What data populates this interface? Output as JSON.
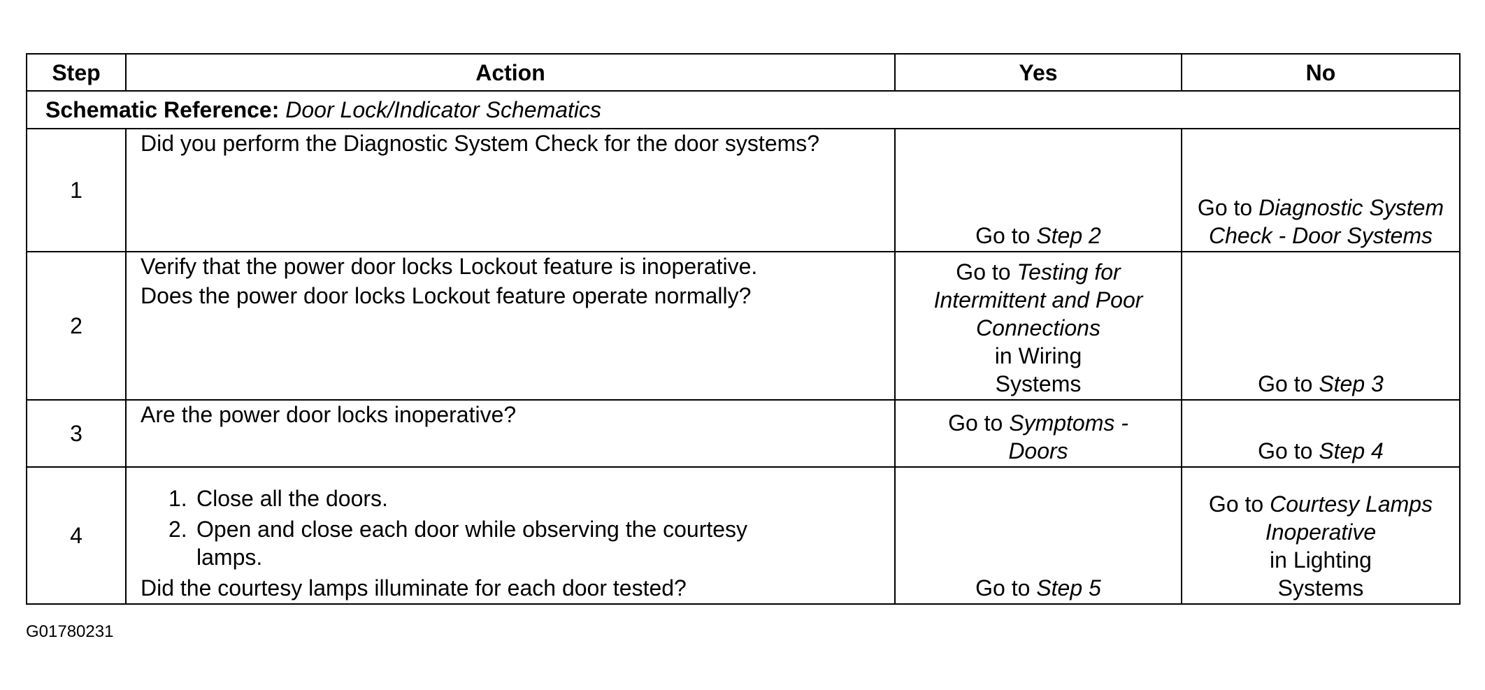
{
  "table": {
    "headers": {
      "step": "Step",
      "action": "Action",
      "yes": "Yes",
      "no": "No"
    },
    "schematic_ref": {
      "label": "Schematic Reference:",
      "value": "Door Lock/Indicator Schematics"
    },
    "rows": [
      {
        "step": "1",
        "action_lines": [
          "Did you perform the Diagnostic System Check for the door systems?"
        ],
        "yes_prefix": "Go to ",
        "yes_link": "Step 2",
        "yes_suffix": "",
        "no_prefix": "Go to ",
        "no_link": "Diagnostic System Check - Door Systems",
        "no_suffix": ""
      },
      {
        "step": "2",
        "action_lines": [
          "Verify that the power door locks Lockout feature is inoperative.",
          "Does the power door locks Lockout feature operate normally?"
        ],
        "yes_prefix": "Go to ",
        "yes_link": "Testing for Intermittent and Poor Connections",
        "yes_suffix": "in Wiring Systems",
        "no_prefix": "Go to ",
        "no_link": "Step 3",
        "no_suffix": ""
      },
      {
        "step": "3",
        "action_lines": [
          "Are the power door locks inoperative?"
        ],
        "yes_prefix": "Go to ",
        "yes_link": "Symptoms - Doors",
        "yes_suffix": "",
        "no_prefix": "Go to ",
        "no_link": "Step 4",
        "no_suffix": ""
      },
      {
        "step": "4",
        "sub_steps": [
          {
            "num": "1.",
            "text": "Close all the doors."
          },
          {
            "num": "2.",
            "text": "Open and close each door while observing the courtesy lamps."
          }
        ],
        "action_lines": [
          "Did the courtesy lamps illuminate for each door tested?"
        ],
        "yes_prefix": "Go to ",
        "yes_link": "Step 5",
        "yes_suffix": "",
        "no_prefix": "Go to ",
        "no_link": "Courtesy Lamps Inoperative",
        "no_suffix": "in Lighting Systems"
      }
    ]
  },
  "figure_id": "G01780231"
}
